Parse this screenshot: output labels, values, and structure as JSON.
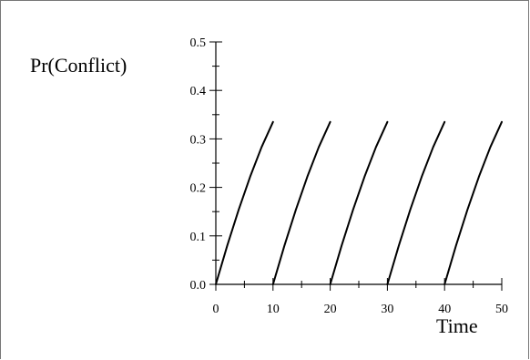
{
  "chart_data": {
    "type": "line",
    "xlabel": "Time",
    "ylabel": "Pr(Conflict)",
    "xlim": [
      0,
      50
    ],
    "ylim": [
      0,
      0.5
    ],
    "x_ticks": [
      "0",
      "10",
      "20",
      "30",
      "40",
      "50"
    ],
    "y_ticks": [
      "0.0",
      "0.1",
      "0.2",
      "0.3",
      "0.4",
      "0.5"
    ],
    "grid": false,
    "series": [
      {
        "x": [
          0,
          2,
          4,
          6,
          8,
          10
        ],
        "values": [
          0,
          0.08,
          0.154,
          0.222,
          0.283,
          0.335
        ]
      },
      {
        "x": [
          10,
          12,
          14,
          16,
          18,
          20
        ],
        "values": [
          0,
          0.08,
          0.154,
          0.222,
          0.283,
          0.335
        ]
      },
      {
        "x": [
          20,
          22,
          24,
          26,
          28,
          30
        ],
        "values": [
          0,
          0.08,
          0.154,
          0.222,
          0.283,
          0.335
        ]
      },
      {
        "x": [
          30,
          32,
          34,
          36,
          38,
          40
        ],
        "values": [
          0,
          0.08,
          0.154,
          0.222,
          0.283,
          0.335
        ]
      },
      {
        "x": [
          40,
          42,
          44,
          46,
          48,
          50
        ],
        "values": [
          0,
          0.08,
          0.154,
          0.222,
          0.283,
          0.335
        ]
      }
    ],
    "colors": {
      "line": "#000000",
      "axis": "#000000",
      "frame": "#777777"
    }
  }
}
